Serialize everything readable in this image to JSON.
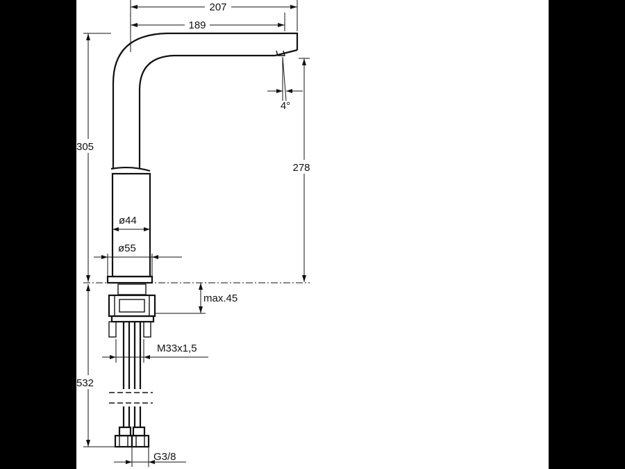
{
  "dimensions": {
    "total_reach": "207",
    "spout_reach": "189",
    "spout_angle": "4°",
    "total_height": "305",
    "spout_height": "278",
    "body_diameter": "ø44",
    "base_diameter": "ø55",
    "max_deck_thickness": "max.45",
    "thread": "M33x1,5",
    "hose_length": "532",
    "connection": "G3/8"
  }
}
